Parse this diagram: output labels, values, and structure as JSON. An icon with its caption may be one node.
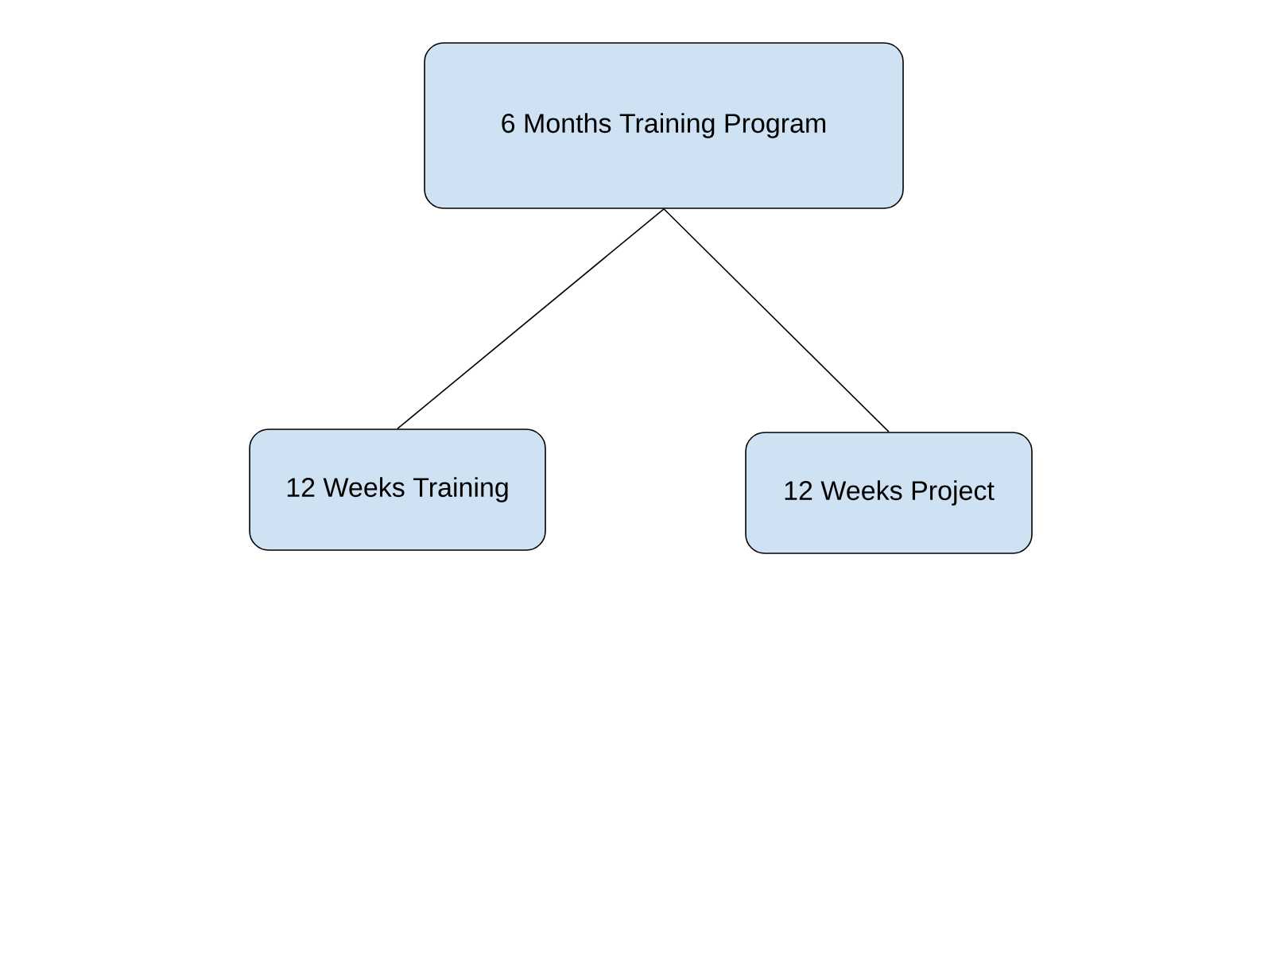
{
  "diagram": {
    "nodes": [
      {
        "text": [
          "6 Months Training Program"
        ]
      },
      {
        "text": [
          "12 Weeks Training"
        ]
      },
      {
        "text": [
          "12 Weeks Project"
        ]
      }
    ],
    "edges": [
      {
        "from": 0,
        "to": 1,
        "arrow": "none"
      },
      {
        "from": 0,
        "to": 2,
        "arrow": "none"
      }
    ]
  }
}
